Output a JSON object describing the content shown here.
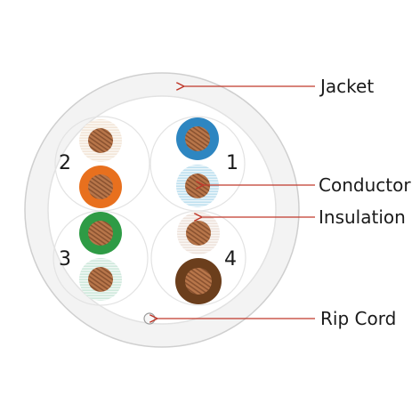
{
  "labels": {
    "jacket": "Jacket",
    "conductor": "Conductor",
    "insulation": "Insulation",
    "rip_cord": "Rip Cord"
  },
  "pair_numbers": {
    "p1": "1",
    "p2": "2",
    "p3": "3",
    "p4": "4"
  },
  "colors": {
    "jacket": "#f2f2f2",
    "jacket_outline": "#d6d6d6",
    "conductor": "#b8764a",
    "callout_line": "#c0392b",
    "blue": "#2e86c1",
    "blue_stripe": "#bfe0ef",
    "orange": "#e8701e",
    "orange_stripe": "#f3e6d8",
    "green": "#2e9b45",
    "green_stripe": "#cfe9dc",
    "brown": "#6b3e1c",
    "brown_stripe": "#eee3dc"
  },
  "wires": [
    {
      "id": "blue-solid",
      "color_name": "blue"
    },
    {
      "id": "blue-striped",
      "color_name": "blue_stripe"
    },
    {
      "id": "orange-striped",
      "color_name": "orange_stripe"
    },
    {
      "id": "orange-solid",
      "color_name": "orange"
    },
    {
      "id": "green-solid",
      "color_name": "green"
    },
    {
      "id": "green-striped",
      "color_name": "green_stripe"
    },
    {
      "id": "brown-striped",
      "color_name": "brown_stripe"
    },
    {
      "id": "brown-solid",
      "color_name": "brown"
    }
  ]
}
